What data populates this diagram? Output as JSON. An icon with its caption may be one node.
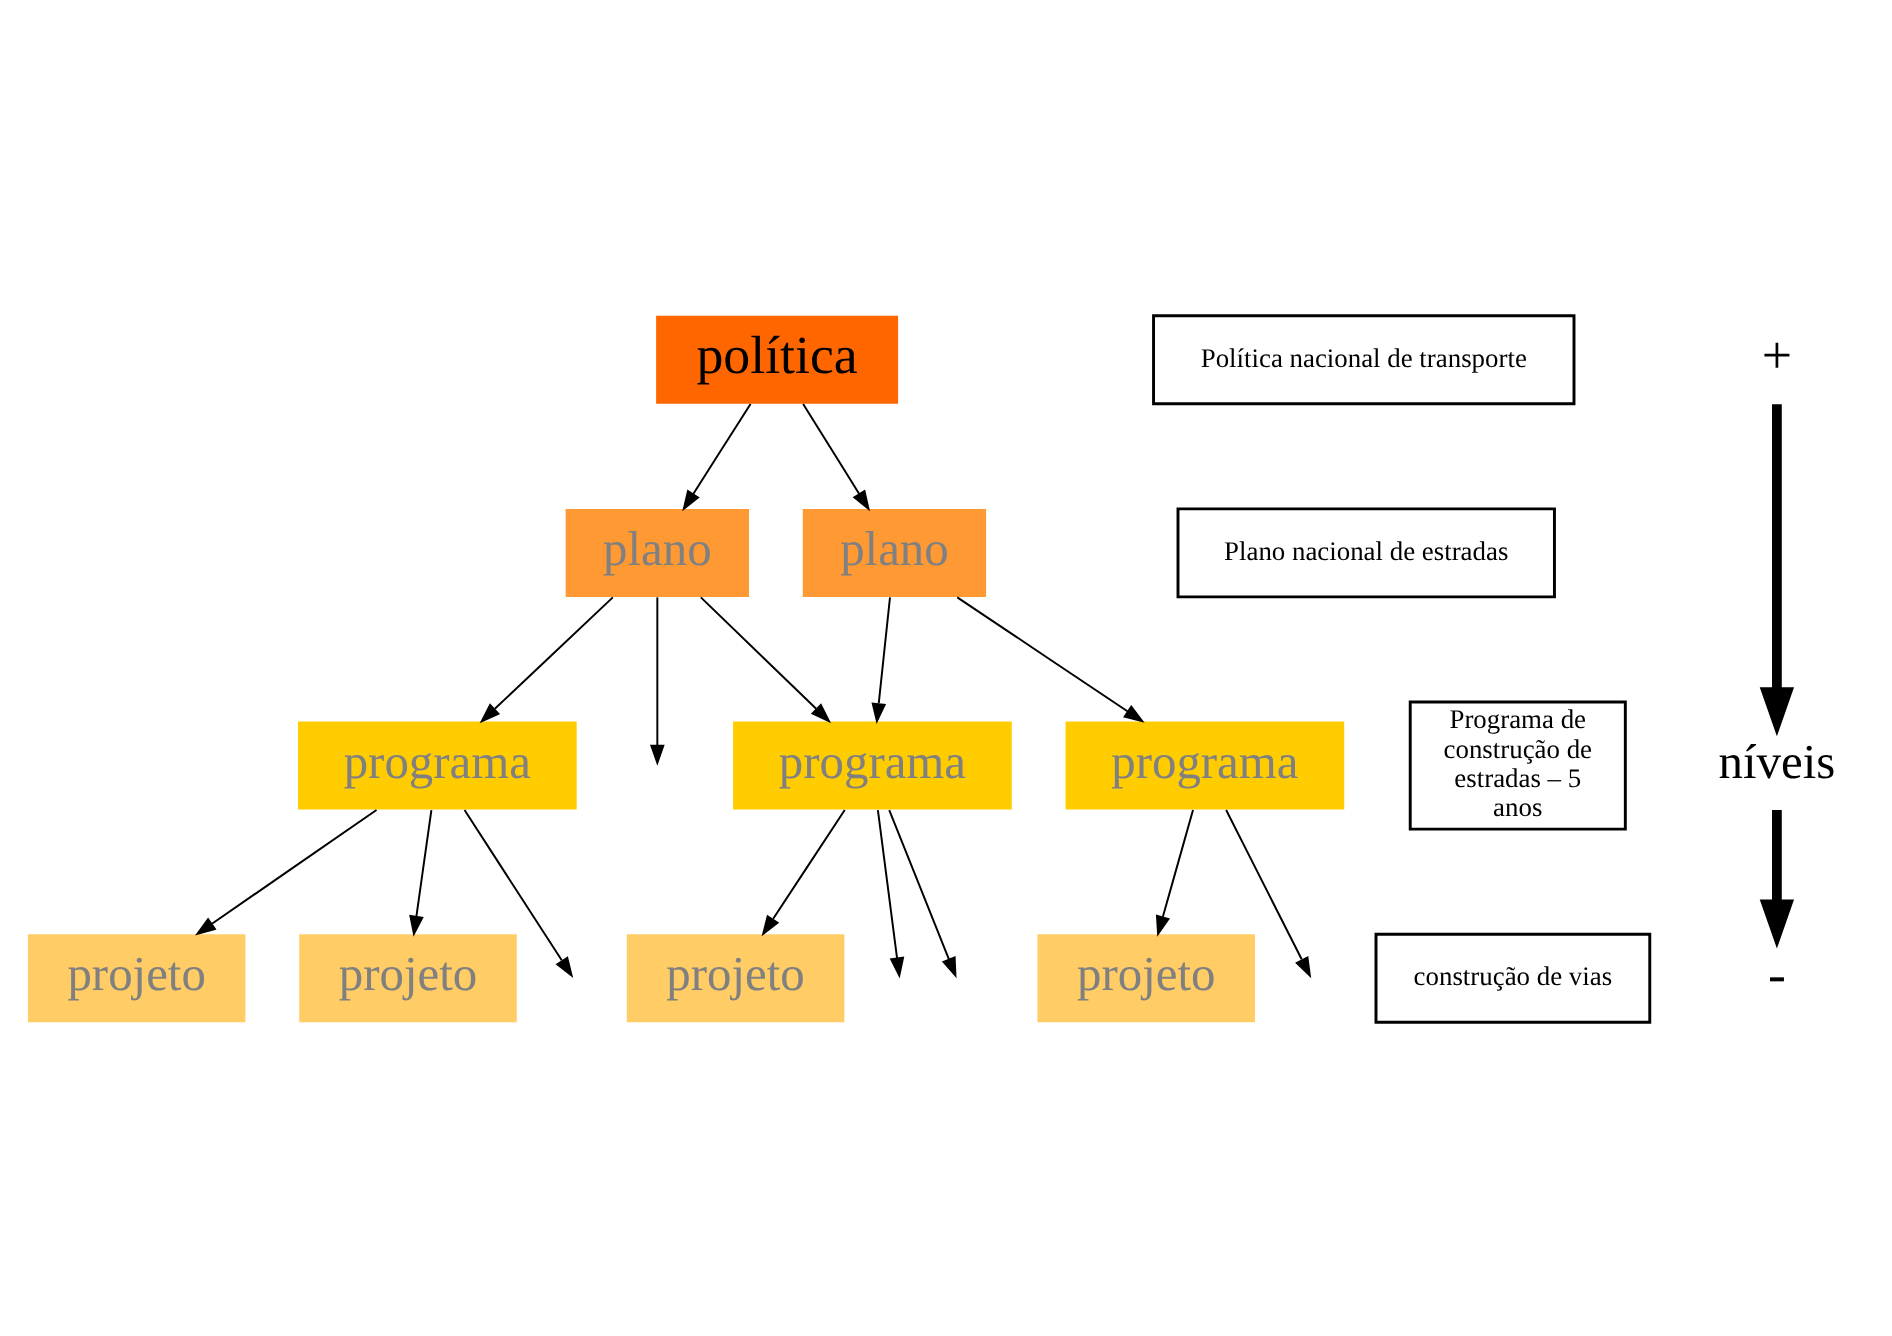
{
  "diagram": {
    "nodes": [
      {
        "text": [
          "política"
        ]
      },
      {
        "text": [
          "Política nacional de transporte"
        ]
      },
      {
        "text": [
          "plano"
        ]
      },
      {
        "text": [
          "plano"
        ]
      },
      {
        "text": [
          "Plano nacional de estradas"
        ]
      },
      {
        "text": [
          "programa"
        ]
      },
      {
        "text": [
          "programa"
        ]
      },
      {
        "text": [
          "programa"
        ]
      },
      {
        "text": [
          "Programa de construção de estradas – 5 anos"
        ]
      },
      {
        "text": [
          "projeto"
        ]
      },
      {
        "text": [
          "projeto"
        ]
      },
      {
        "text": [
          "projeto"
        ]
      },
      {
        "text": [
          "projeto"
        ]
      },
      {
        "text": [
          "construção de vias"
        ]
      }
    ],
    "edges": [
      {
        "from": 0,
        "to": 2,
        "arrow": "to"
      },
      {
        "from": 0,
        "to": 3,
        "arrow": "to"
      },
      {
        "from": 2,
        "to": null,
        "arrow": "to"
      },
      {
        "from": 2,
        "to": 5,
        "arrow": "to"
      },
      {
        "from": 2,
        "to": 6,
        "arrow": "to"
      },
      {
        "from": 3,
        "to": 6,
        "arrow": "to"
      },
      {
        "from": 3,
        "to": 7,
        "arrow": "to"
      },
      {
        "from": 5,
        "to": 9,
        "arrow": "to"
      },
      {
        "from": 5,
        "to": 10,
        "arrow": "to"
      },
      {
        "from": 5,
        "to": null,
        "arrow": "to"
      },
      {
        "from": 6,
        "to": null,
        "arrow": "to"
      },
      {
        "from": 6,
        "to": 11,
        "arrow": "to"
      },
      {
        "from": 6,
        "to": null,
        "arrow": "to"
      },
      {
        "from": 7,
        "to": null,
        "arrow": "to"
      },
      {
        "from": 7,
        "to": 12,
        "arrow": "to"
      }
    ],
    "labels": [
      "+",
      "níveis",
      "-"
    ]
  }
}
